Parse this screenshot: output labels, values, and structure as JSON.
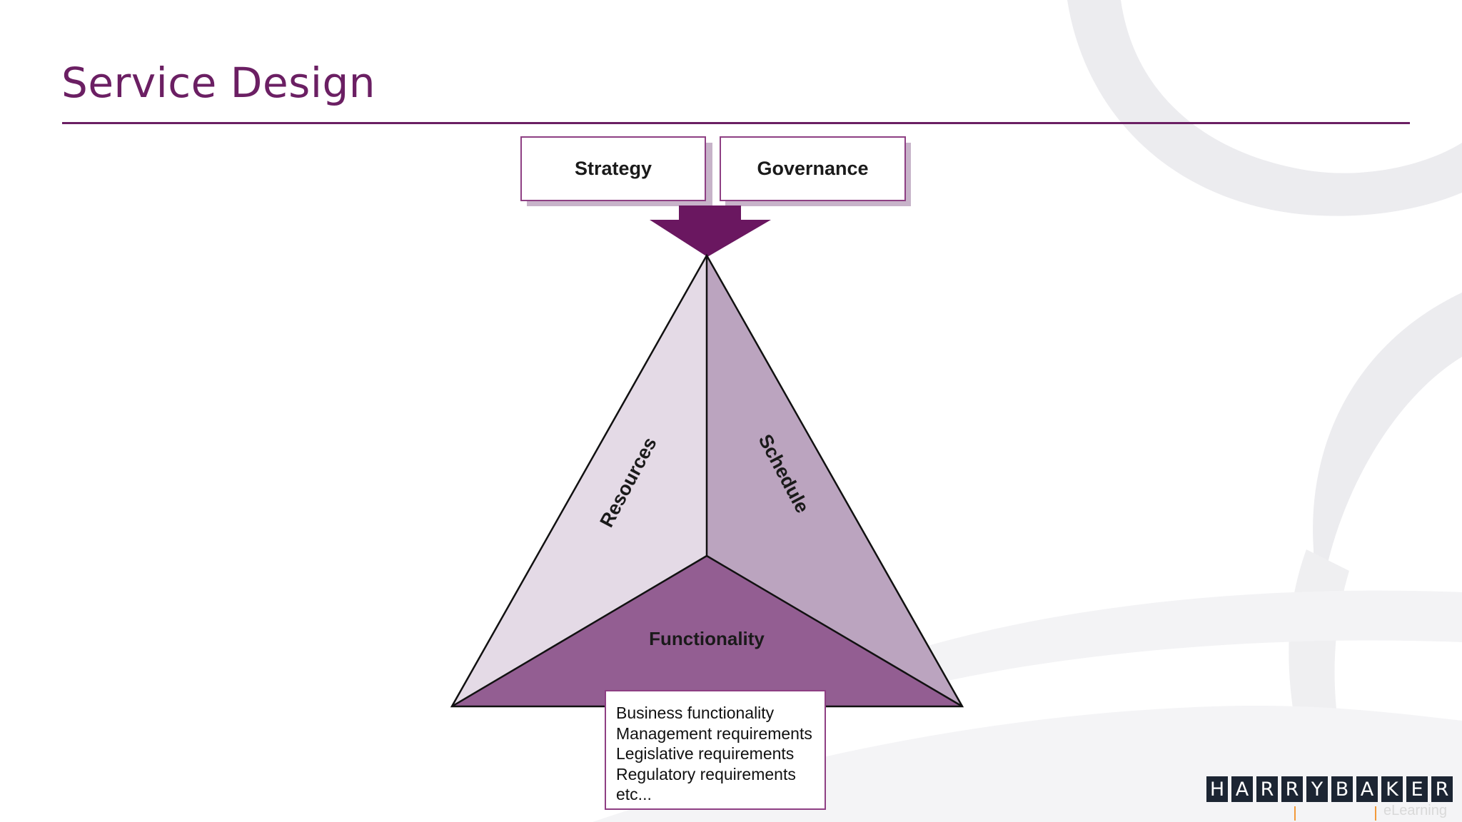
{
  "slide": {
    "title": "Service Design"
  },
  "inputs": {
    "strategy": "Strategy",
    "governance": "Governance"
  },
  "triangle": {
    "left_face": "Resources",
    "right_face": "Schedule",
    "bottom_face": "Functionality"
  },
  "requirements": [
    "Business functionality",
    "Management requirements",
    "Legislative requirements",
    "Regulatory requirements",
    "etc..."
  ],
  "logo": {
    "letters": [
      "H",
      "A",
      "R",
      "R",
      "Y",
      "B",
      "A",
      "K",
      "E",
      "R"
    ],
    "subtitle": "eLearning"
  },
  "colors": {
    "brand_purple": "#6b1f63",
    "arrow": "#6a1760",
    "face_left": "#e4dae6",
    "face_right": "#bba4bf",
    "face_bottom": "#935e92",
    "logo_tile": "#1c2533"
  }
}
